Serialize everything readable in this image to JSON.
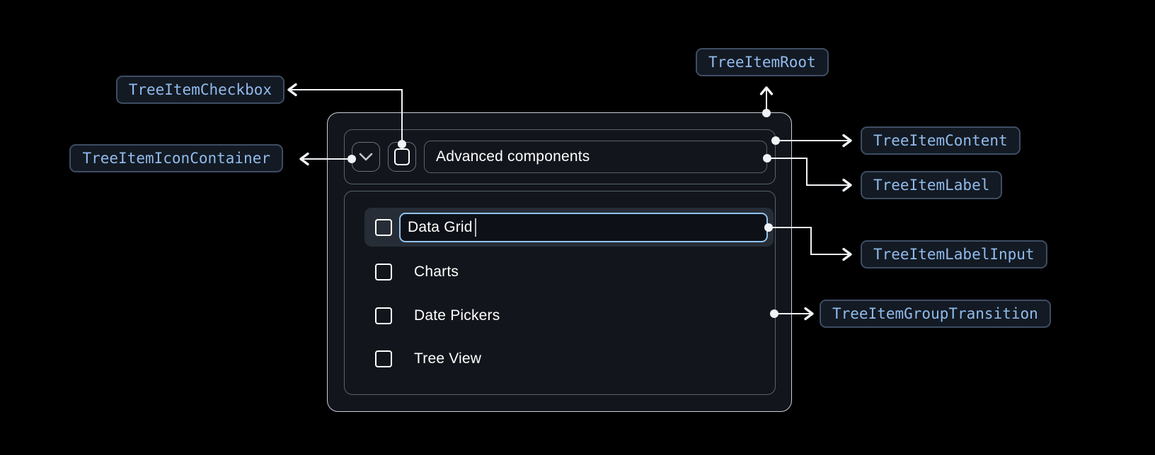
{
  "annotations": {
    "checkbox": "TreeItemCheckbox",
    "icon_container": "TreeItemIconContainer",
    "root": "TreeItemRoot",
    "content": "TreeItemContent",
    "label": "TreeItemLabel",
    "label_input": "TreeItemLabelInput",
    "group_transition": "TreeItemGroupTransition"
  },
  "tree": {
    "parent": {
      "label": "Advanced components",
      "expanded": true,
      "checkbox_checked": false,
      "expand_icon": "chevron-down-icon",
      "checkbox_icon": "checkbox-unchecked-icon"
    },
    "editing_item": {
      "value": "Data Grid",
      "state": "editing",
      "checkbox_checked": false
    },
    "items": [
      {
        "label": "Charts",
        "checkbox_checked": false
      },
      {
        "label": "Date Pickers",
        "checkbox_checked": false
      },
      {
        "label": "Tree View",
        "checkbox_checked": false
      }
    ]
  },
  "colors": {
    "page_background": "#000000",
    "card_background": "#12161c",
    "card_border": "#c9d0d8",
    "box_border": "#5a6169",
    "row_highlight": "#272d36",
    "input_focus_border": "#92c3f0",
    "input_background": "#0d1117",
    "chip_background": "#131a23",
    "chip_border": "#3d4d63",
    "chip_text": "#91bbec",
    "connector": "#f0f3f6",
    "tree_text": "#ffffff"
  }
}
